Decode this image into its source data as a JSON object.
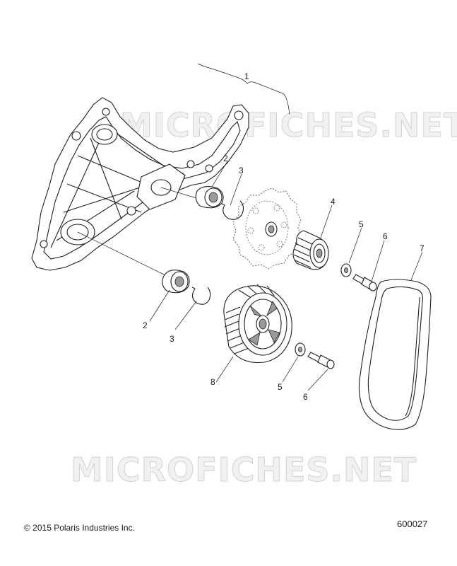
{
  "watermark": "MICROFICHES.NET",
  "copyright": "© 2015 Polaris Industries Inc.",
  "drawing_number": "600027",
  "callouts": {
    "c1": "1",
    "c2a": "2",
    "c3a": "3",
    "c4": "4",
    "c5a": "5",
    "c6a": "6",
    "c7": "7",
    "c2b": "2",
    "c3b": "3",
    "c8": "8",
    "c5b": "5",
    "c6b": "6"
  }
}
